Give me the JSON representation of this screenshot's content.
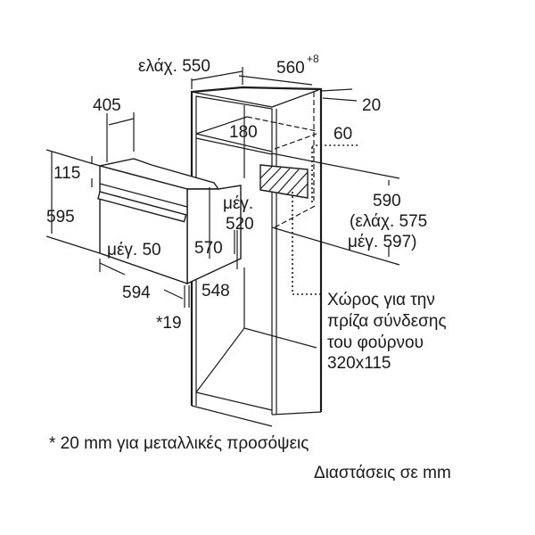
{
  "dimensions": {
    "min_550": "ελάχ. 550",
    "width_560": "560",
    "width_560_tolerance": "+8",
    "d20": "20",
    "d405": "405",
    "d180": "180",
    "d60": "60",
    "d115": "115",
    "d595": "595",
    "d590": "590",
    "min_575": "(ελάχ. 575",
    "max_597": "μέγ. 597)",
    "max_label": "μέγ.",
    "d520": "520",
    "max_50": "μέγ. 50",
    "d570": "570",
    "d594": "594",
    "d548": "548",
    "d19": "*19"
  },
  "socket_note": [
    "Χώρος για την",
    "πρίζα σύνδεσης",
    "του φούρνου",
    "320x115"
  ],
  "footnote": "* 20 mm για μεταλλικές προσόψεις",
  "units_note": "Διαστάσεις σε mm"
}
